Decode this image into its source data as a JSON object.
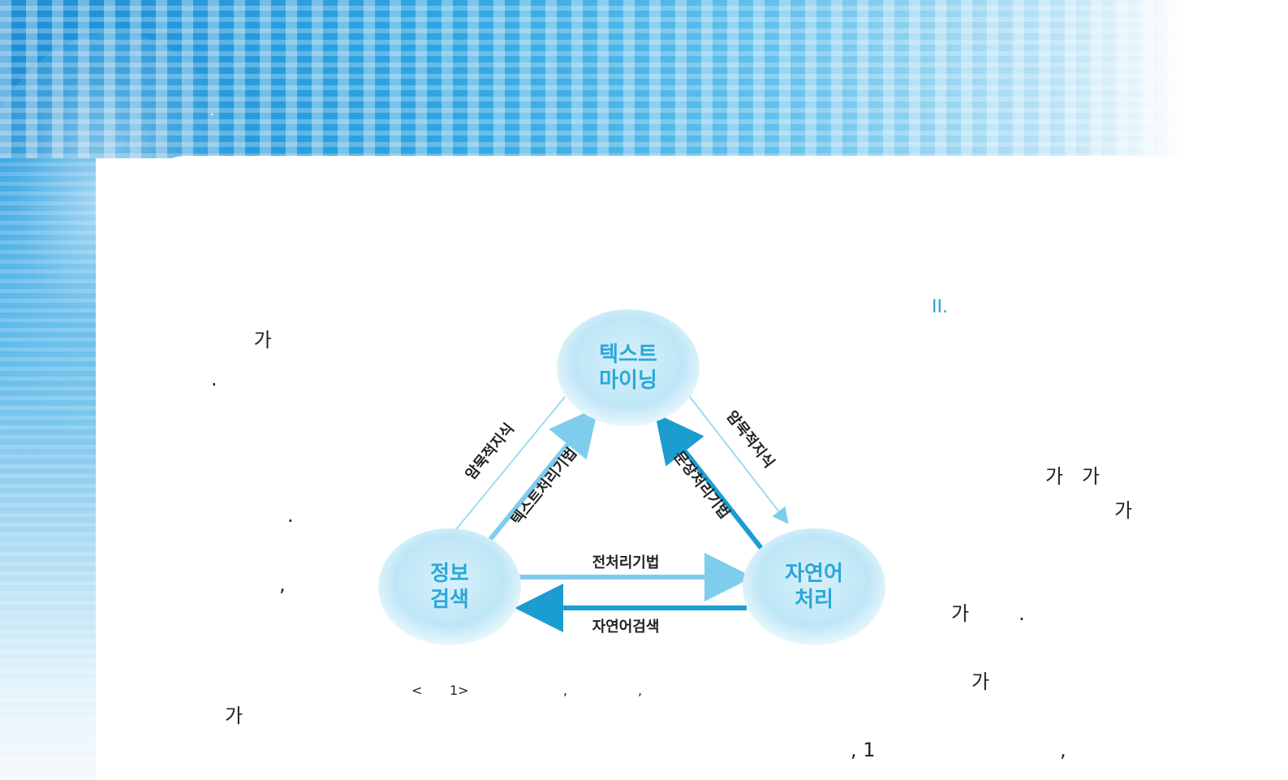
{
  "left_column": {
    "fragments": [
      " 가",
      ".",
      ".",
      ",",
      "가"
    ]
  },
  "right_column": {
    "section_heading": "II.",
    "fragments": [
      "가   가",
      "가",
      "가        .",
      "가",
      ", 1",
      ","
    ]
  },
  "banner_dot": ".",
  "figure": {
    "caption_parts": [
      "<",
      "1>",
      ",",
      ","
    ],
    "nodes": {
      "top": {
        "line1": "텍스트",
        "line2": "마이닝"
      },
      "left": {
        "line1": "정보",
        "line2": "검색"
      },
      "right": {
        "line1": "자연어",
        "line2": "처리"
      }
    },
    "edges": {
      "left_outer": "암묵적지식",
      "left_inner": "텍스트처리기법",
      "right_outer": "암묵적지식",
      "right_inner": "문장처리기법",
      "bottom_top": "전처리기법",
      "bottom_bottom": "자연어검색"
    }
  },
  "colors": {
    "accent": "#29a3d4",
    "node_fill": "#bfe6f6",
    "arrow_dark": "#1c9dd0",
    "arrow_light": "#7fcdec"
  }
}
